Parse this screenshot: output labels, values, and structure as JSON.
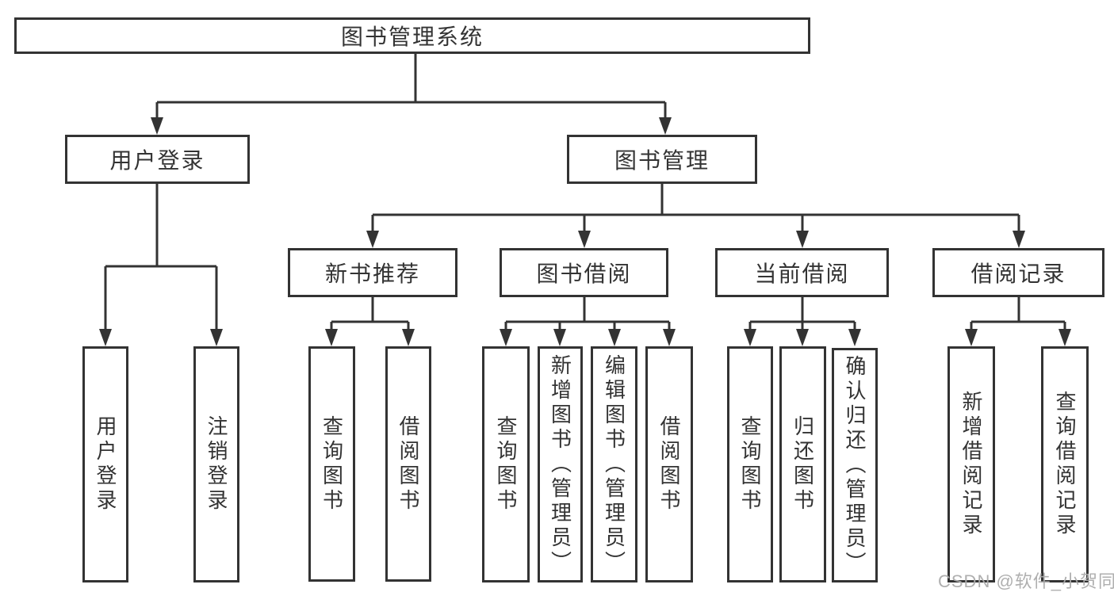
{
  "tree": {
    "root": "图书管理系统",
    "branches": [
      {
        "label": "用户登录",
        "leaves": [
          "用户登录",
          "注销登录"
        ]
      },
      {
        "label": "图书管理",
        "groups": [
          {
            "label": "新书推荐",
            "leaves": [
              "查询图书",
              "借阅图书"
            ]
          },
          {
            "label": "图书借阅",
            "leaves": [
              "查询图书",
              "新增图书（管理员）",
              "编辑图书（管理员）",
              "借阅图书"
            ]
          },
          {
            "label": "当前借阅",
            "leaves": [
              "查询图书",
              "归还图书",
              "确认归还（管理员）"
            ]
          },
          {
            "label": "借阅记录",
            "leaves": [
              "新增借阅记录",
              "查询借阅记录"
            ]
          }
        ]
      }
    ]
  },
  "watermark": "CSDN @软件_小贺同学",
  "colors": {
    "line": "#333333",
    "text": "#333333",
    "background": "#ffffff",
    "watermark": "#ababab"
  }
}
